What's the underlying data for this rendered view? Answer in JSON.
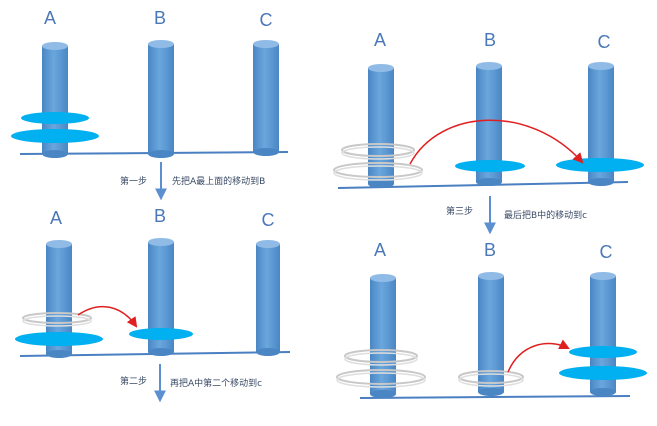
{
  "labels": {
    "peg_a": "A",
    "peg_b": "B",
    "peg_c": "C"
  },
  "captions": {
    "step1": "第一步",
    "step1_desc": "先把A最上面的移动到B",
    "step2": "第二步",
    "step2_desc": "再把A中第二个移动到c",
    "step3": "第三步",
    "step3_desc": "最后把B中的移动到c"
  },
  "colors": {
    "peg": "#5b9bd5",
    "peg_dark": "#4a86c4",
    "peg_top": "#8fbbe6",
    "disk": "#00b0f0",
    "disk_top": "#41c8f5",
    "ghost": "#c8c8c8",
    "base": "#4a7fc1",
    "arrow": "#e02020",
    "step_arrow": "#5b8fd0",
    "text": "#4a78b8"
  }
}
